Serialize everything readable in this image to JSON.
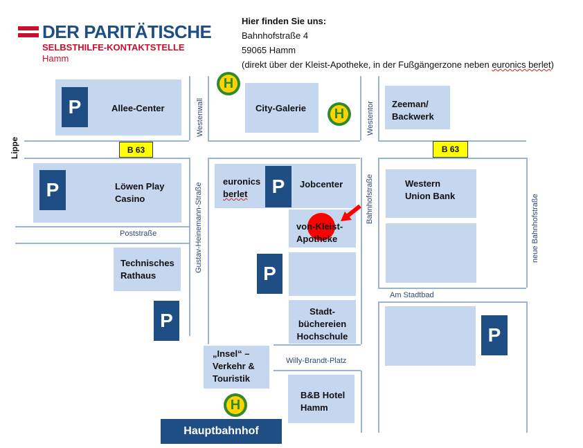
{
  "logo": {
    "line1": "DER PARITÄTISCHE",
    "line2": "SELBSTHILFE-KONTAKTSTELLE",
    "line3": "Hamm"
  },
  "info": {
    "heading": "Hier finden Sie uns:",
    "street": "Bahnhofstraße 4",
    "city": "59065 Hamm",
    "note_prefix": "(direkt über der Kleist-Apotheke, in der Fußgängerzone neben ",
    "note_link": "euronics berlet",
    "note_suffix": ")"
  },
  "buildings": {
    "allee": "Allee-Center",
    "city_galerie": "City-Galerie",
    "zeeman": "Zeeman/\nBackwerk",
    "loewen": "Löwen Play\nCasino",
    "euronics_1": "euronics",
    "euronics_2": "berlet",
    "jobcenter": "Jobcenter",
    "western": "Western\nUnion Bank",
    "apotheke": "von-Kleist-\nApotheke",
    "rathaus": "Technisches\nRathaus",
    "buecherei": "Stadt-\nbüchereien\nHochschule",
    "insel": "„Insel“ –\nVerkehr &\nTouristik",
    "hotel": "B&B Hotel\nHamm",
    "hauptbahnhof": "Hauptbahnhof"
  },
  "streets": {
    "westenwall": "Westenwall",
    "westentor": "Westentor",
    "lippe": "Lippe",
    "poststrasse": "Poststraße",
    "gustav": "Gustav-Heinemann-Straße",
    "bahnhofstrasse": "Bahnhofstraße",
    "neue_bahnhofstrasse": "neue Bahnhofstraße",
    "am_stadtbad": "Am Stadtbad",
    "willy": "Willy-Brandt-Platz",
    "b63": "B 63"
  },
  "symbols": {
    "parking": "P",
    "bus_stop": "H"
  },
  "colors": {
    "block": "#c5d6ef",
    "parking": "#1f4e85",
    "street_line": "#9bb3d4",
    "road_sign": "#ffff00",
    "marker": "#ff0000",
    "bus_green": "#2f8a2f",
    "bus_yellow": "#ffd300",
    "logo_red": "#c8102e",
    "logo_blue": "#1f4e85"
  }
}
